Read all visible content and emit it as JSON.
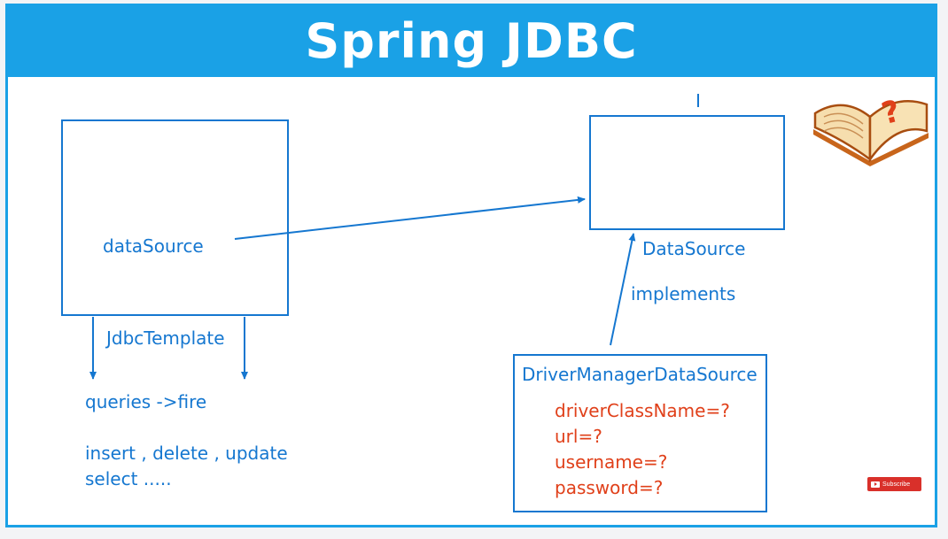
{
  "slide": {
    "title": "Spring JDBC"
  },
  "diagram": {
    "left_box_label": "dataSource",
    "left_box_caption": "JdbcTemplate",
    "queries_text": "queries ->fire",
    "operations_line1": "insert , delete , update",
    "operations_line2": "select .....",
    "right_box_caption": "DataSource",
    "implements_text": "implements",
    "impl_box_title": "DriverManagerDataSource",
    "impl_props": [
      "driverClassName=?",
      "url=?",
      "username=?",
      "password=?"
    ]
  },
  "overlay": {
    "subscribe_label": "Subscribe",
    "book_icon": "question-book-icon"
  },
  "colors": {
    "accent": "#1aa1e6",
    "line": "#1577d0",
    "prop": "#e0401a"
  }
}
